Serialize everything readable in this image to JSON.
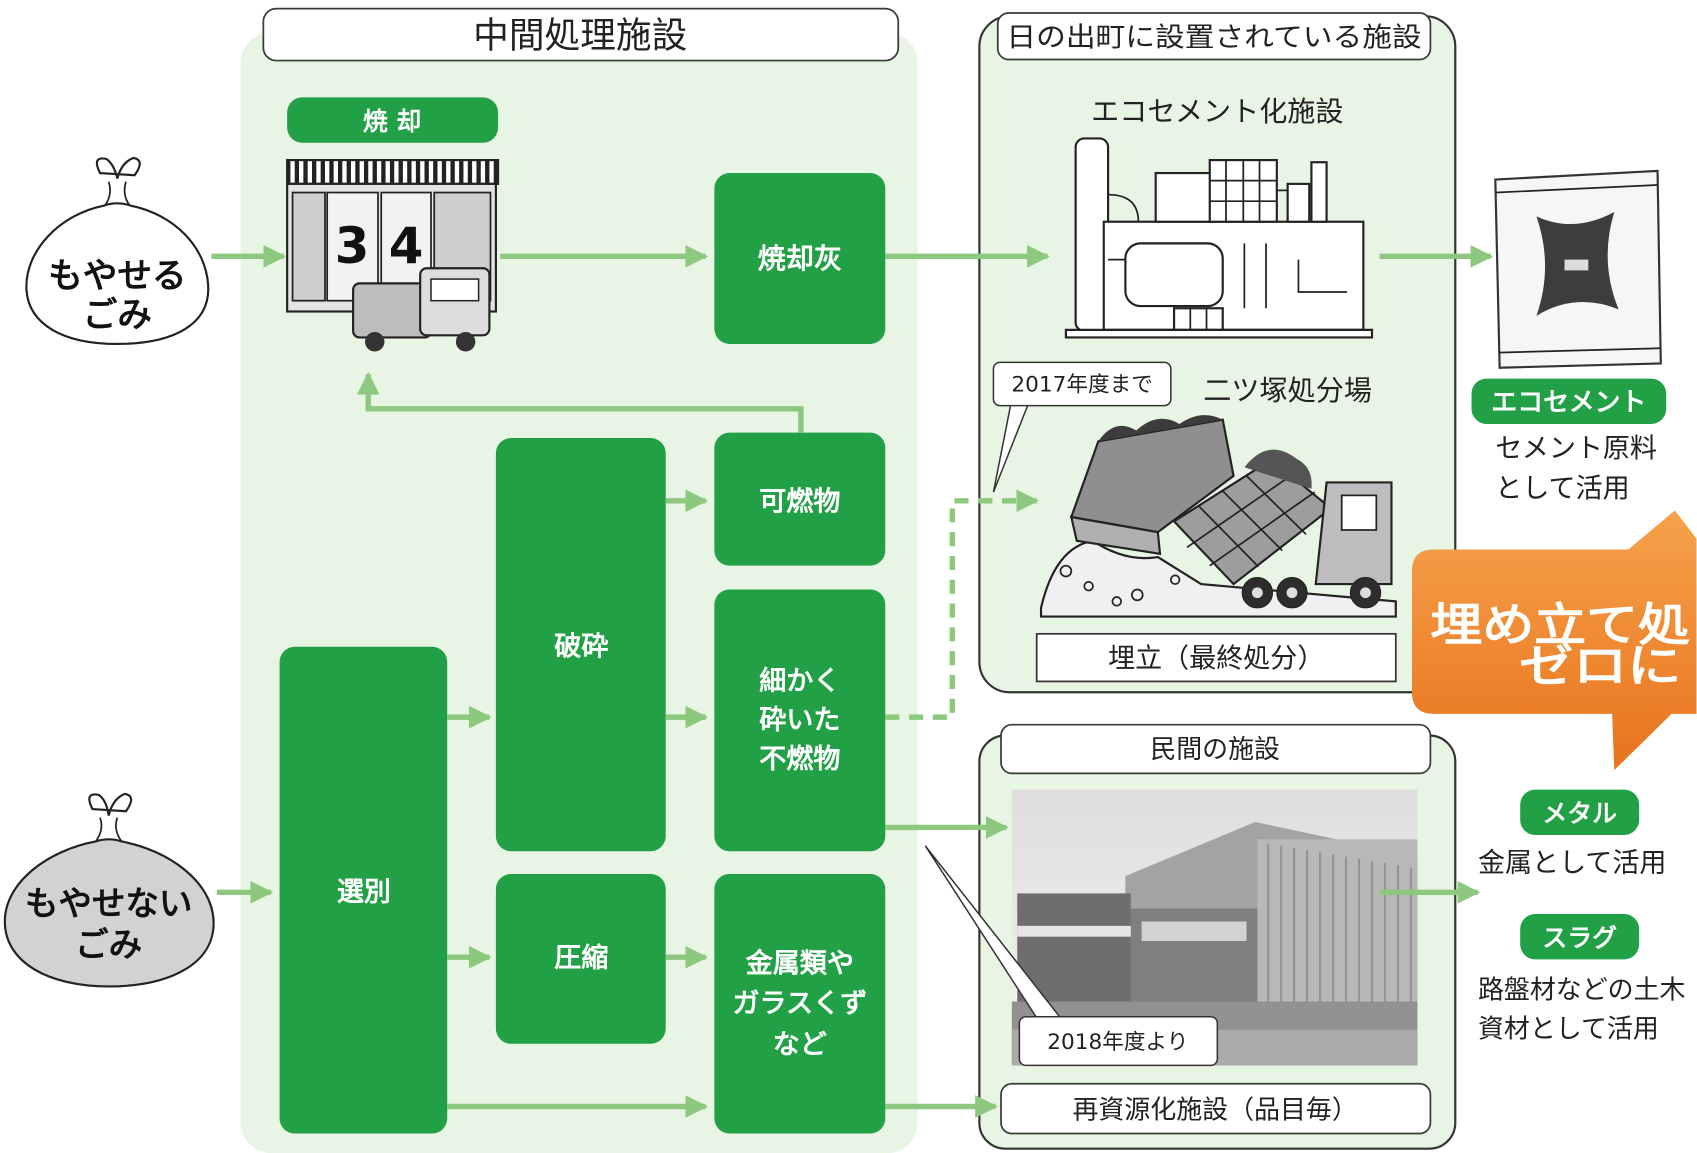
{
  "sections": {
    "intermediate_title": "中間処理施設",
    "hinode_title": "日の出町に設置されている施設",
    "private_title": "民間の施設"
  },
  "inputs": {
    "burnable": [
      "もやせる",
      "ごみ"
    ],
    "nonburnable": [
      "もやせない",
      "ごみ"
    ]
  },
  "processes": {
    "incineration_label": "焼 却",
    "incinerator_door_numbers": [
      "3",
      "4"
    ],
    "ash": "焼却灰",
    "sorting": "選別",
    "crushing": "破砕",
    "compression": "圧縮",
    "combustibles": "可燃物",
    "fine_noncombustibles": [
      "細かく",
      "砕いた",
      "不燃物"
    ],
    "metals_glass": [
      "金属類や",
      "ガラスくず",
      "など"
    ]
  },
  "facilities": {
    "ecocement_plant": "エコセメント化施設",
    "landfill_site": "二ツ塚処分場",
    "landfill_box": "埋立（最終処分）",
    "recycling_box": "再資源化施設（品目毎）"
  },
  "callouts": {
    "until_2017": "2017年度まで",
    "from_2018": "2018年度より",
    "zero_landfill": [
      "埋め立て処",
      "ゼロに"
    ]
  },
  "outputs": {
    "ecocement": {
      "label": "エコセメント",
      "desc": [
        "セメント原料",
        "として活用"
      ]
    },
    "metal": {
      "label": "メタル",
      "desc": [
        "金属として活用"
      ]
    },
    "slag": {
      "label": "スラグ",
      "desc": [
        "路盤材などの土木",
        "資材として活用"
      ]
    }
  },
  "colors": {
    "green": "#22a046",
    "panel": "#e8f4e4",
    "arrow": "#8cc97e",
    "orange_top": "#f6a24c",
    "orange_bottom": "#e8731d"
  }
}
